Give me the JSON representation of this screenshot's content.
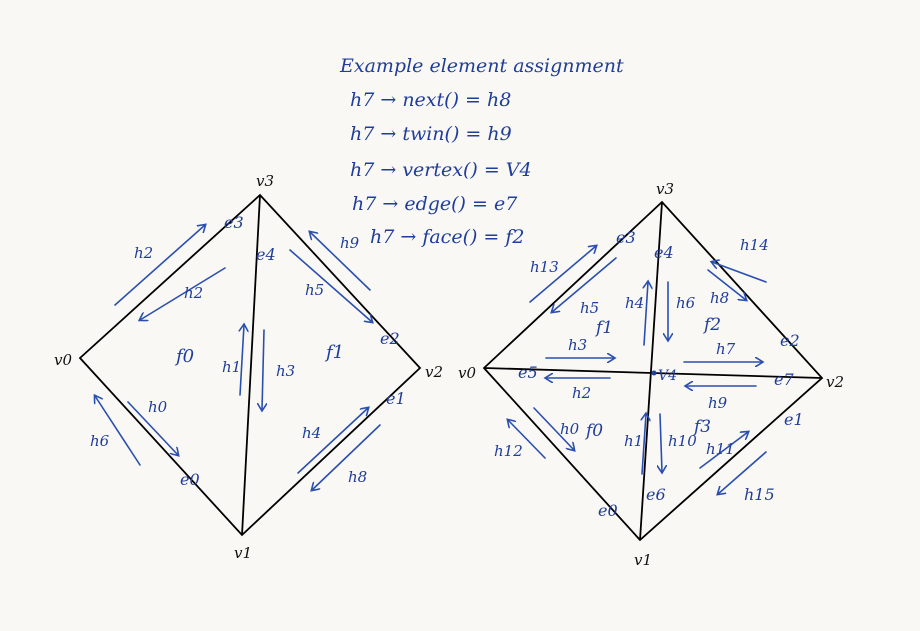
{
  "notes": {
    "title": "Example element assignment",
    "lines": [
      "h7 → next() = h8",
      "h7 → twin() = h9",
      "h7 → vertex() = V4",
      "h7 → edge() = e7",
      "h7 → face() = f2"
    ]
  },
  "left_mesh": {
    "vertices": [
      "v3",
      "v0",
      "v2",
      "v1"
    ],
    "edges": [
      "e3",
      "e4",
      "e2",
      "e1",
      "e0"
    ],
    "faces": [
      "f0",
      "f1"
    ],
    "halfedges": [
      "h2",
      "h2",
      "h9",
      "h5",
      "h1",
      "h3",
      "h0",
      "h6",
      "h4",
      "h8"
    ]
  },
  "right_mesh": {
    "vertices": [
      "v3",
      "v0",
      "v2",
      "v1",
      "V4"
    ],
    "edges": [
      "e3",
      "e4",
      "e2",
      "e5",
      "e7",
      "e1",
      "e6",
      "e0"
    ],
    "faces": [
      "f1",
      "f2",
      "f0",
      "f3"
    ],
    "halfedges": [
      "h13",
      "h14",
      "h5",
      "h4",
      "h6",
      "h8",
      "h3",
      "h7",
      "h2",
      "h9",
      "h0",
      "h1",
      "h10",
      "h11",
      "h12",
      "h15"
    ]
  },
  "colors": {
    "ink": "#1f3d9a",
    "edges": "#000000",
    "paper": "#faf8f4"
  }
}
